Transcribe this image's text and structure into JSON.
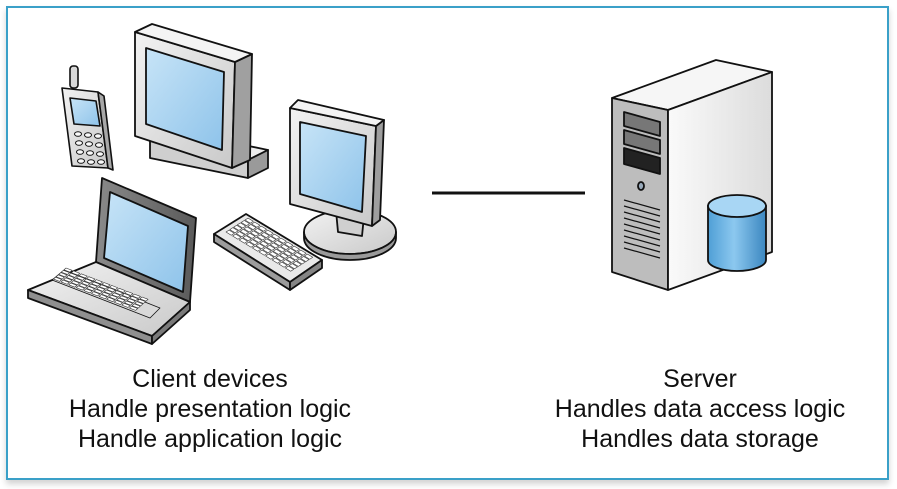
{
  "client": {
    "lines": [
      "Client devices",
      "Handle presentation logic",
      "Handle application logic"
    ],
    "icons": [
      "phone-icon",
      "desktop-monitor-icon",
      "laptop-icon",
      "keyboard-icon",
      "lcd-monitor-icon"
    ]
  },
  "server": {
    "lines": [
      "Server",
      "Handles data access logic",
      "Handles data storage"
    ],
    "icons": [
      "server-tower-icon",
      "database-icon"
    ]
  },
  "colors": {
    "frame": "#3aa0c8",
    "screen": "#a9d3f0",
    "database": "#6fb6e6",
    "device_body": "#e4e4e4",
    "outline": "#111111"
  }
}
